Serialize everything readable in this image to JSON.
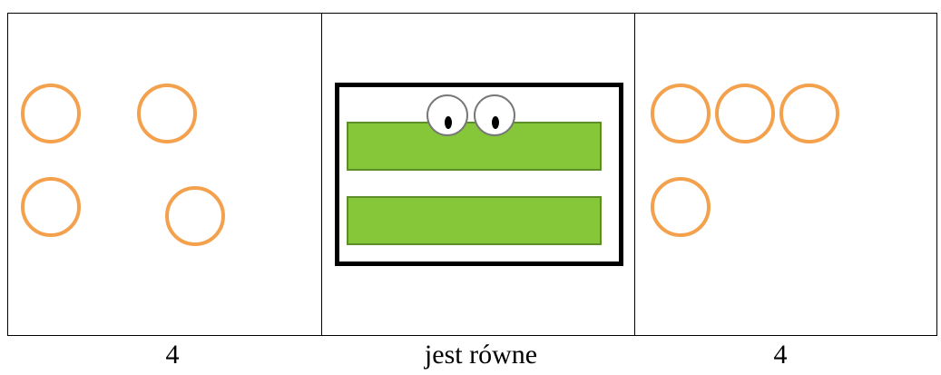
{
  "labels": {
    "left": "4",
    "middle": "jest równe",
    "right": "4"
  },
  "colors": {
    "circle_stroke": "#F4A14D",
    "bar_fill": "#86C73A",
    "bar_border": "#5E8E2A",
    "frame": "#000000"
  },
  "icons": {
    "middle": "equals-frog-icon",
    "counters": "circle-icon"
  },
  "groups": {
    "left_circle_count": 4,
    "right_circle_count": 4
  }
}
